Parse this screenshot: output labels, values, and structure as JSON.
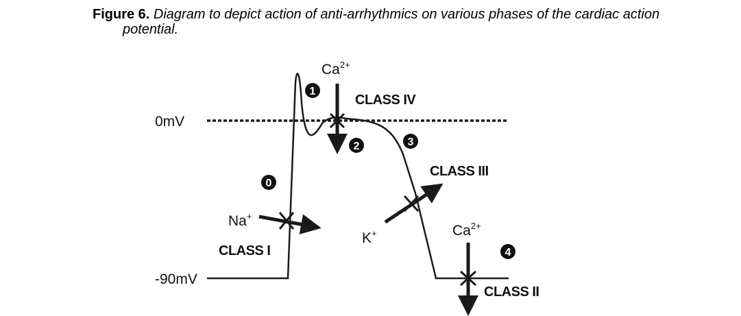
{
  "caption": {
    "number": "Figure 6.",
    "text_line1": "Diagram to depict action of anti-arrhythmics on various phases of the cardiac action",
    "text_line2": "potential."
  },
  "diagram": {
    "voltage_labels": {
      "zero": "0mV",
      "rest": "-90mV"
    },
    "phases": [
      "0",
      "1",
      "2",
      "3",
      "4"
    ],
    "ions": {
      "calcium_top": {
        "symbol": "Ca",
        "charge": "2+"
      },
      "sodium": {
        "symbol": "Na",
        "charge": "+"
      },
      "potassium": {
        "symbol": "K",
        "charge": "+"
      },
      "calcium_bottom": {
        "symbol": "Ca",
        "charge": "2+"
      }
    },
    "classes": {
      "class1": "CLASS I",
      "class2": "CLASS II",
      "class3": "CLASS III",
      "class4": "CLASS IV"
    }
  }
}
